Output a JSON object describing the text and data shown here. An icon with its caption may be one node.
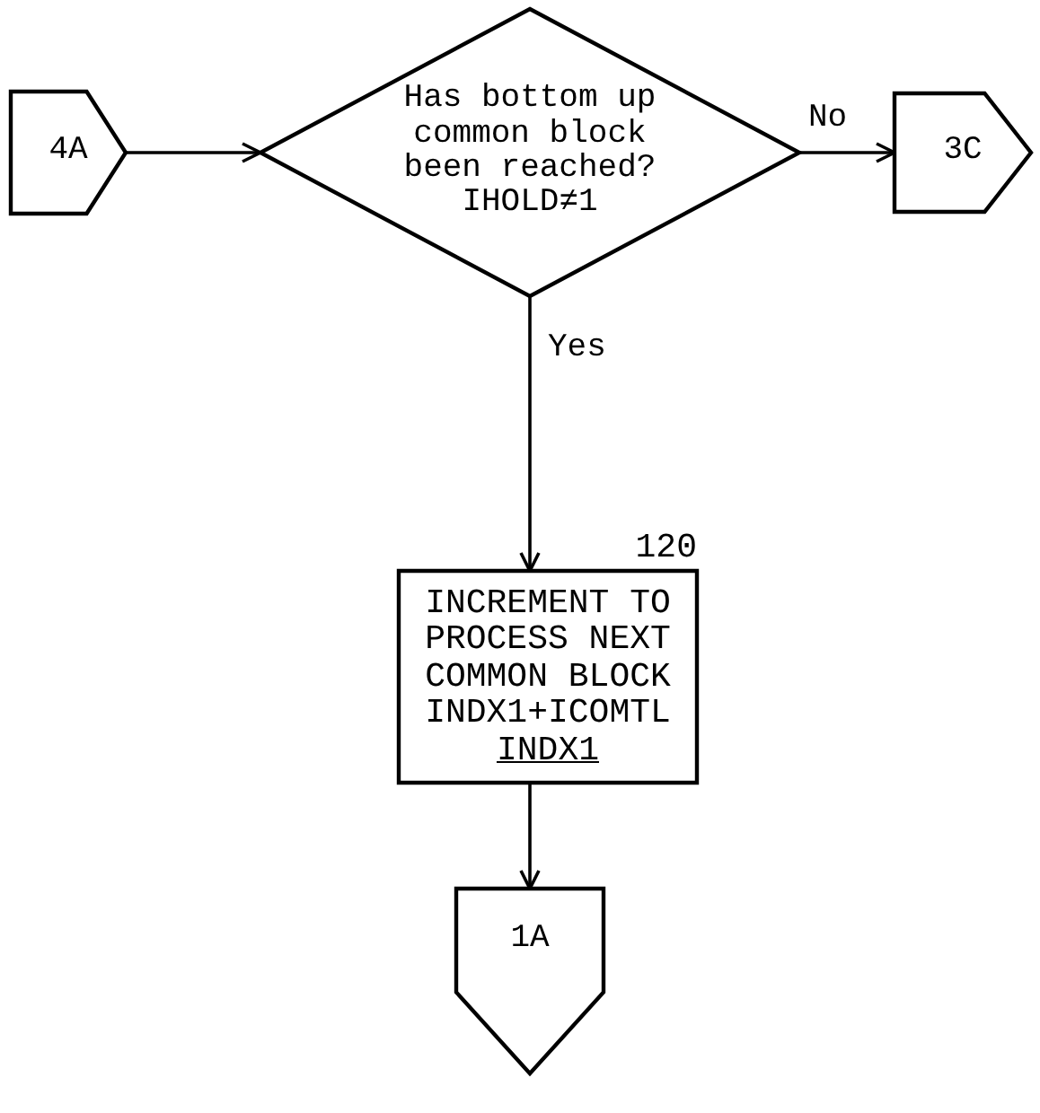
{
  "diagram": {
    "nodes": [
      {
        "text": [
          "4A"
        ]
      },
      {
        "text": [
          "Has bottom up common block been reached?",
          "IHOLD≠1"
        ]
      },
      {
        "text": [
          "3C"
        ]
      },
      {
        "text": [
          "INCREMENT TO PROCESS NEXT COMMON BLOCK",
          "INDX1+ICOMTL",
          "INDX1"
        ],
        "beside": [
          "120"
        ]
      },
      {
        "text": [
          "1A"
        ]
      }
    ],
    "edges": [
      {
        "from": 0,
        "to": 1,
        "arrow": "to"
      },
      {
        "from": 1,
        "to": 2,
        "label": "No",
        "arrow": "to"
      },
      {
        "from": 1,
        "to": 3,
        "label": "Yes",
        "arrow": "to"
      },
      {
        "from": 3,
        "to": 4,
        "arrow": "to"
      }
    ]
  }
}
